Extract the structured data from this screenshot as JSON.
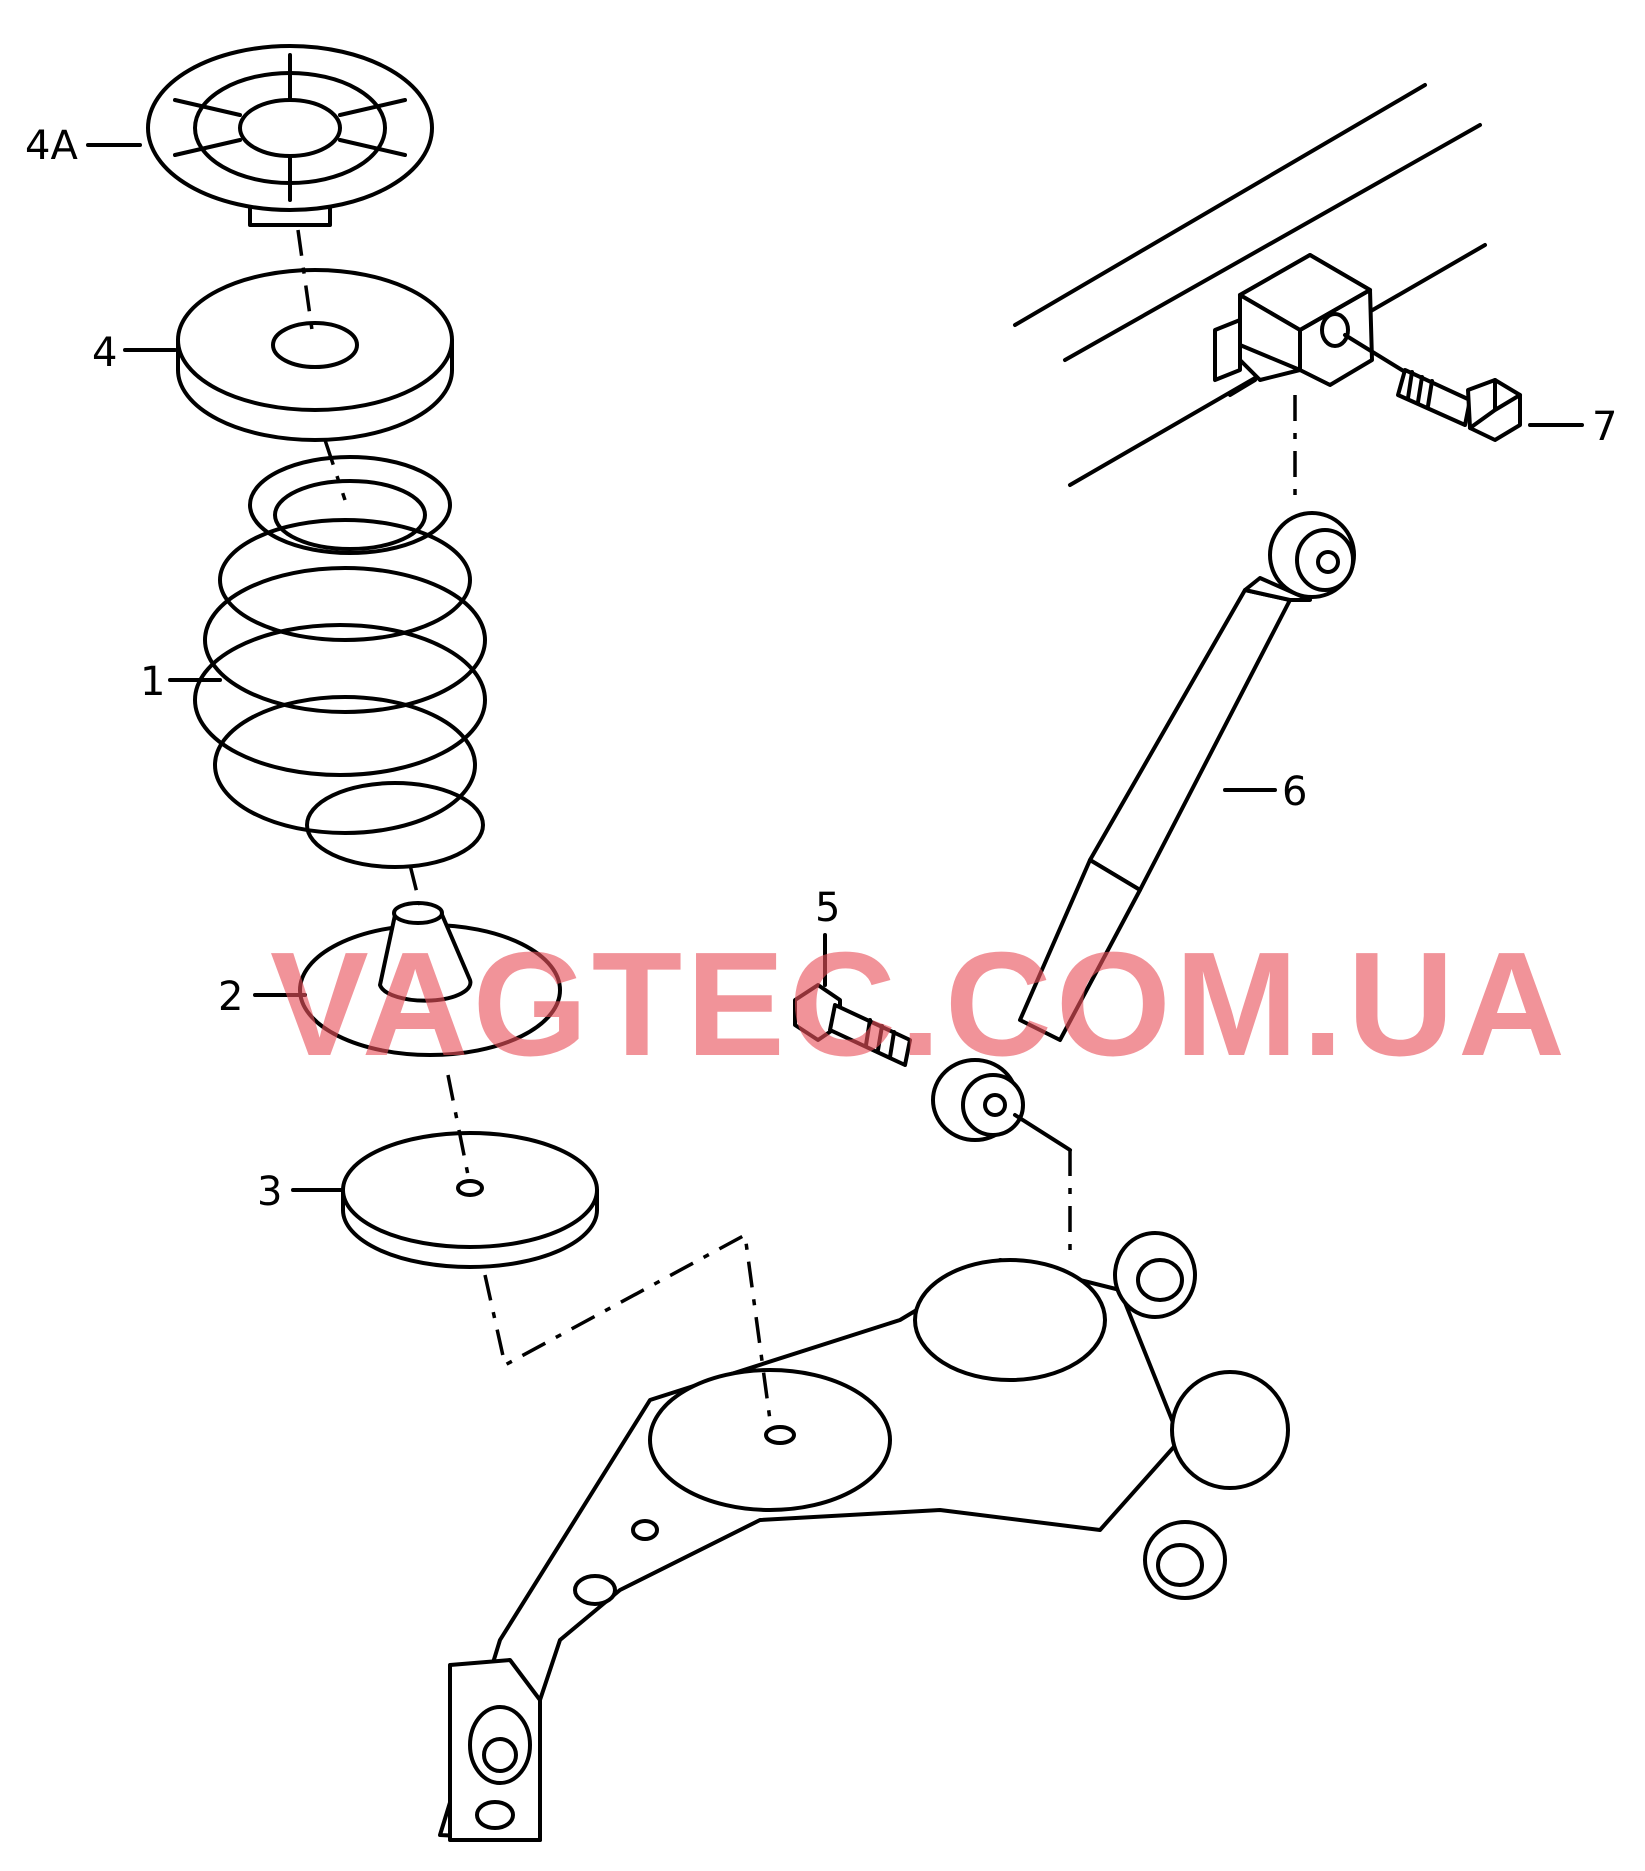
{
  "diagram": {
    "callouts": [
      {
        "id": "4A",
        "label": "4A"
      },
      {
        "id": "4",
        "label": "4"
      },
      {
        "id": "1",
        "label": "1"
      },
      {
        "id": "2",
        "label": "2"
      },
      {
        "id": "3",
        "label": "3"
      },
      {
        "id": "5",
        "label": "5"
      },
      {
        "id": "6",
        "label": "6"
      },
      {
        "id": "7",
        "label": "7"
      }
    ],
    "watermark": "VAGTEC.COM.UA"
  }
}
